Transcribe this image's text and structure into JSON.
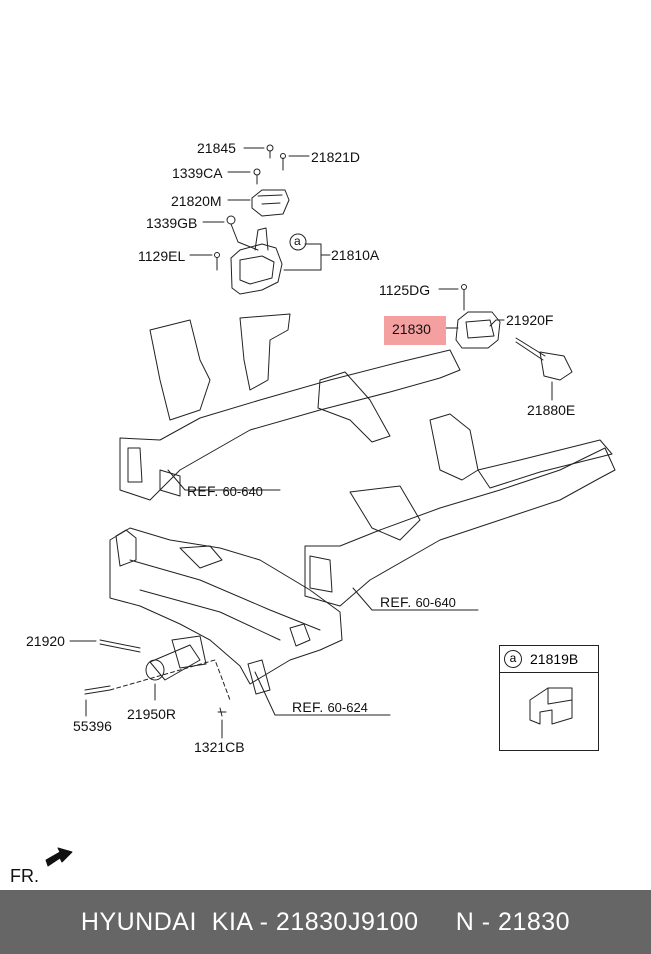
{
  "parts": {
    "p21845": "21845",
    "p21821D": "21821D",
    "p1339CA": "1339CA",
    "p21820M": "21820M",
    "p1339GB": "1339GB",
    "p1129EL": "1129EL",
    "p21810A": "21810A",
    "p1125DG": "1125DG",
    "p21830": "21830",
    "p21920F": "21920F",
    "p21880E": "21880E",
    "p21920": "21920",
    "p55396": "55396",
    "p21950R": "21950R",
    "p1321CB": "1321CB"
  },
  "callout_a": "a",
  "refs": {
    "r1_prefix": "REF.",
    "r1_num": "60-640",
    "r2_prefix": "REF.",
    "r2_num": "60-640",
    "r3_prefix": "REF.",
    "r3_num": "60-624"
  },
  "inset": {
    "marker": "a",
    "code": "21819B"
  },
  "front_indicator": "FR.",
  "footer": "HYUNDAI  KIA - 21830J9100     N - 21830",
  "colors": {
    "highlight": "#f4a0a0",
    "footer_bg": "#666666",
    "footer_text": "#ffffff"
  }
}
